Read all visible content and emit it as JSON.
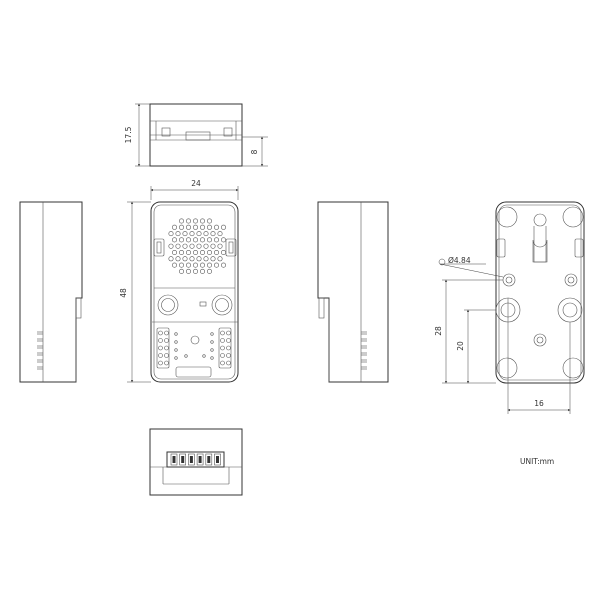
{
  "dimensions": {
    "top_height": "17.5",
    "top_step": "8",
    "width": "24",
    "length": "48",
    "hole_dia": "Ø4.84",
    "back_height_28": "28",
    "back_height_20": "20",
    "back_width_16": "16"
  },
  "unit_label": "UNIT:mm"
}
